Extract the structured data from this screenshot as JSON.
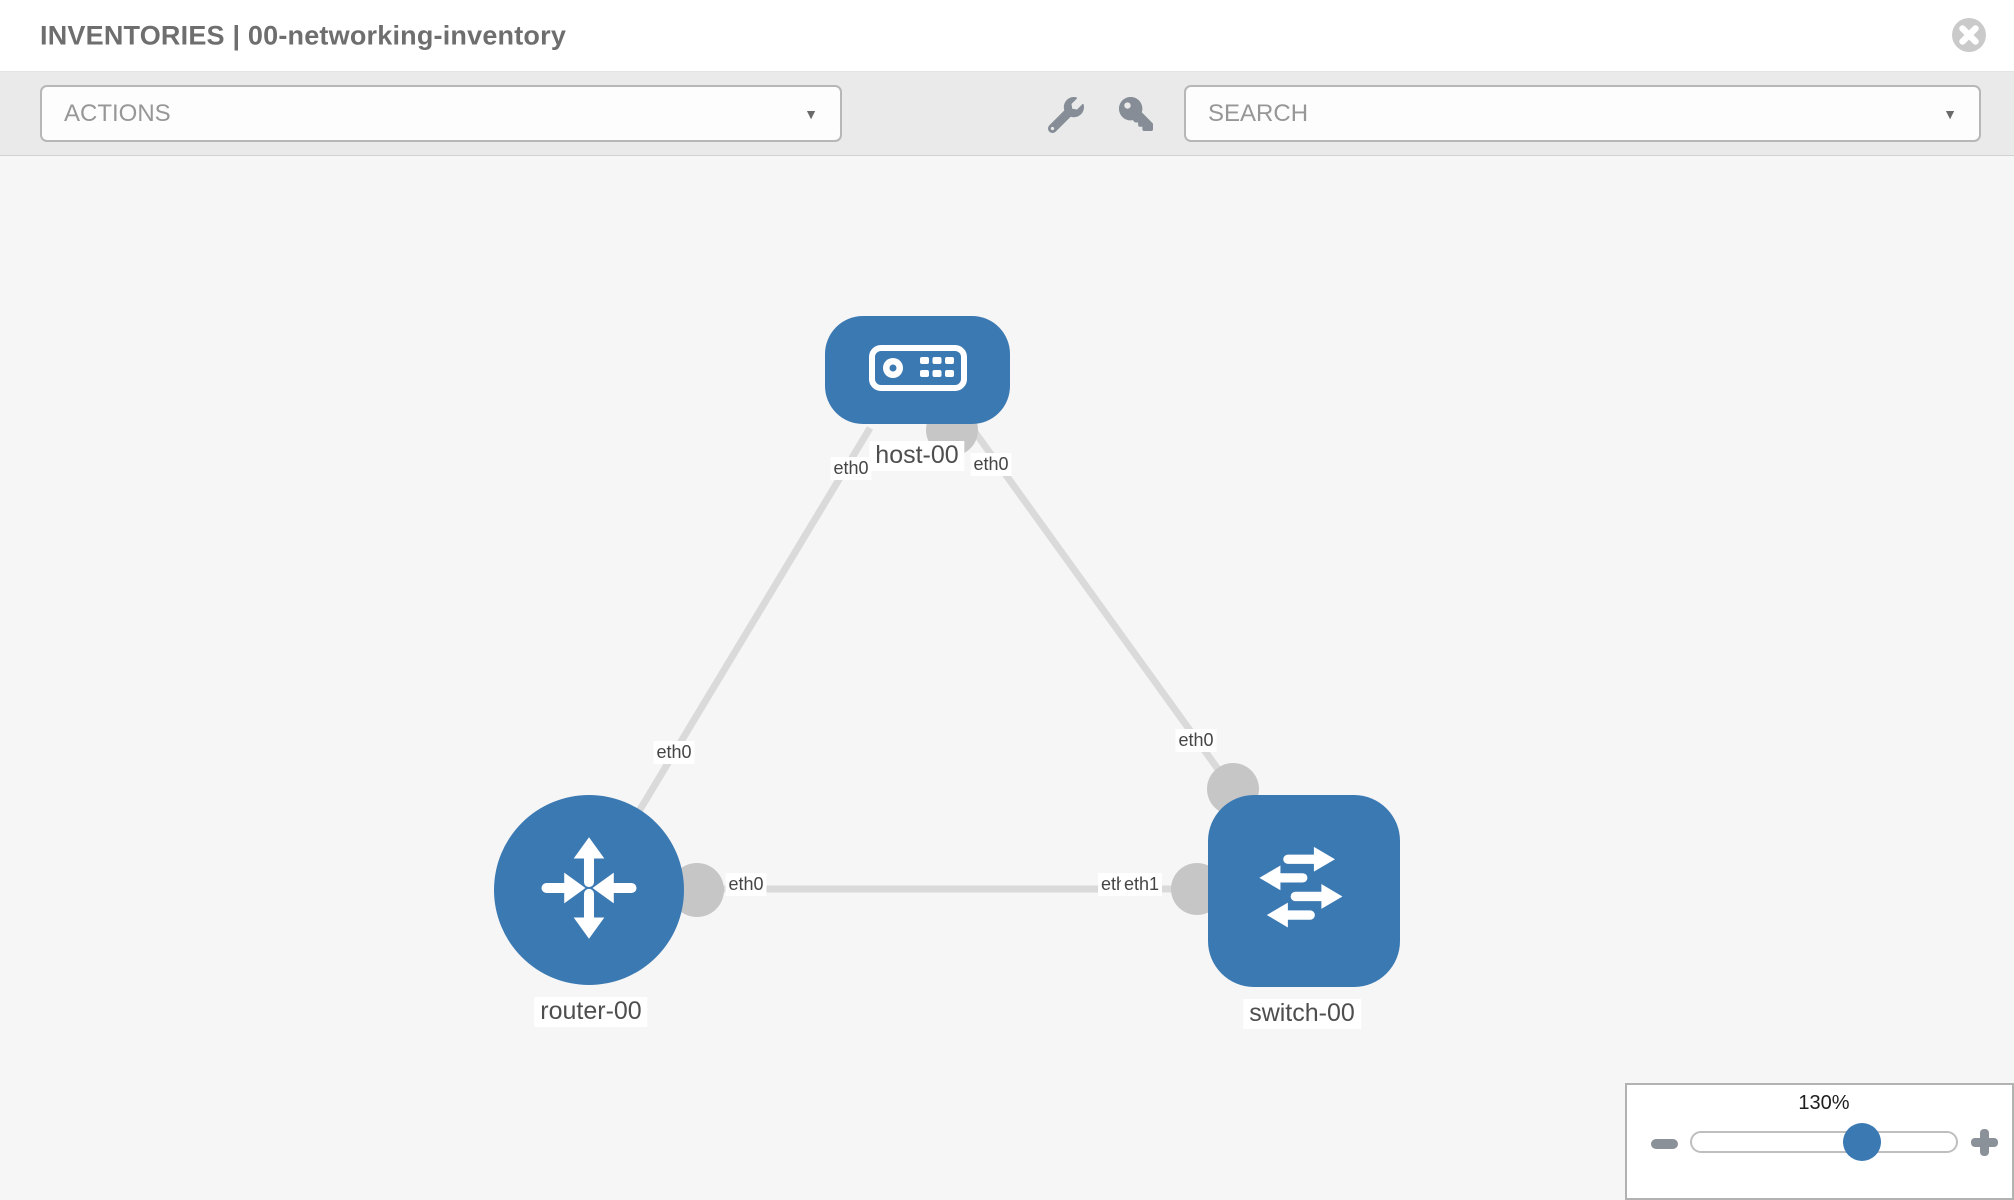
{
  "header": {
    "title": "INVENTORIES | 00-networking-inventory",
    "close_icon": "circle-x"
  },
  "toolbar": {
    "actions_label": "ACTIONS",
    "search_label": "SEARCH",
    "caret": "▼",
    "icons": [
      "wrench-icon",
      "key-icon"
    ]
  },
  "graph": {
    "nodes": [
      {
        "id": "host-00",
        "type": "host",
        "label": "host-00",
        "icon": "server-icon"
      },
      {
        "id": "router-00",
        "type": "router",
        "label": "router-00",
        "icon": "router-arrows-icon"
      },
      {
        "id": "switch-00",
        "type": "switch",
        "label": "switch-00",
        "icon": "switch-arrows-icon"
      }
    ],
    "edges": [
      {
        "from": "host-00",
        "to": "router-00",
        "from_iface": "eth0",
        "to_iface": "eth0"
      },
      {
        "from": "host-00",
        "to": "switch-00",
        "from_iface": "eth0",
        "to_iface": "eth0"
      },
      {
        "from": "router-00",
        "to": "switch-00",
        "from_iface": "eth0",
        "to_iface": "eth1"
      }
    ],
    "interface_labels": [
      {
        "text": "eth0",
        "edge": "host-router",
        "end": "host"
      },
      {
        "text": "eth0",
        "edge": "host-switch",
        "end": "host"
      },
      {
        "text": "eth0",
        "edge": "host-router",
        "end": "router"
      },
      {
        "text": "eth0",
        "edge": "host-switch",
        "end": "switch"
      },
      {
        "text": "eth0",
        "edge": "router-switch",
        "end": "router"
      },
      {
        "text": "eth0",
        "edge": "router-switch",
        "end": "switch-back"
      },
      {
        "text": "eth1",
        "edge": "router-switch",
        "end": "switch-front"
      }
    ]
  },
  "zoom_control": {
    "level": "130%",
    "minus_icon": "minus",
    "plus_icon": "plus"
  },
  "colors": {
    "node_blue": "#3b79b3",
    "link_gray": "#dadada",
    "endpoint_gray": "#c6c6c6",
    "toolbar_gray": "#eaeaea",
    "icon_gray": "#868d96"
  }
}
